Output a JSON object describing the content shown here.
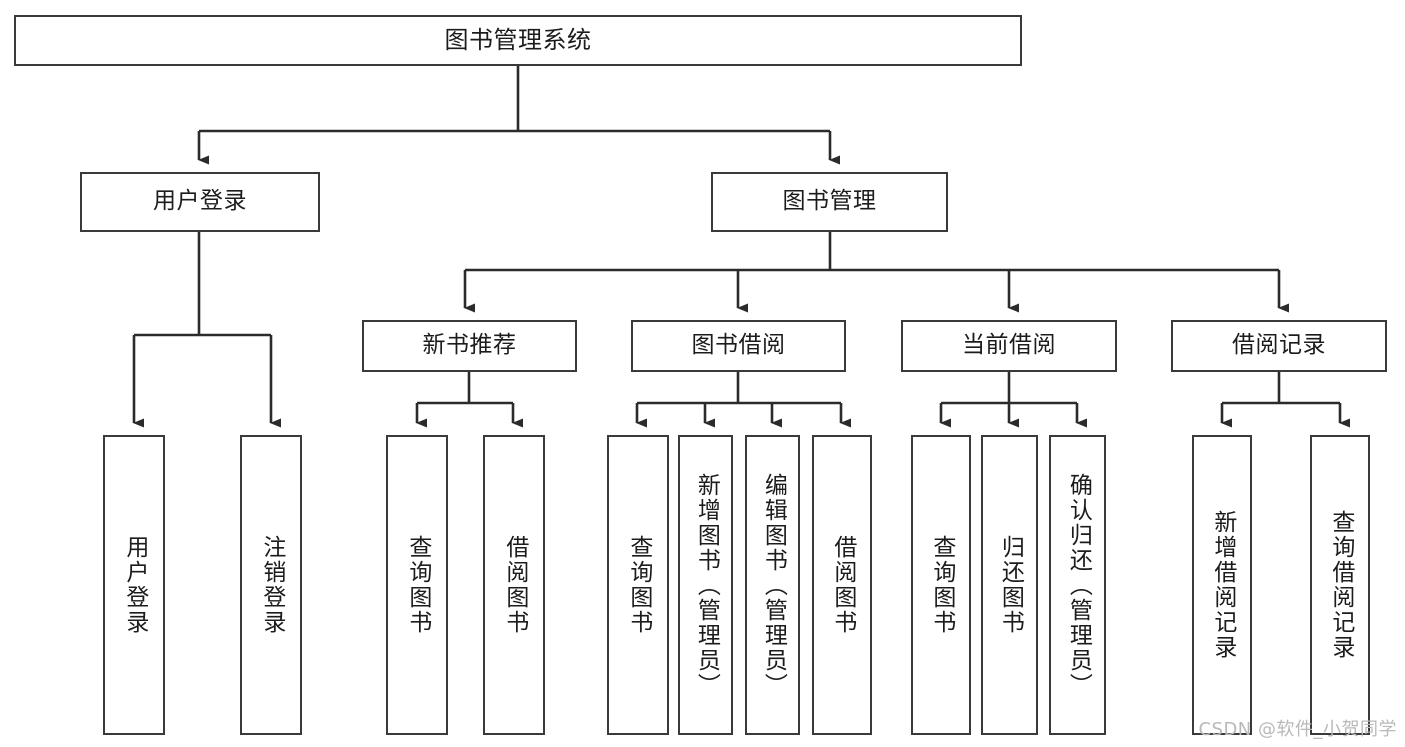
{
  "diagram": {
    "title": "图书管理系统",
    "type": "functional-structure-tree",
    "watermark": "CSDN @软件_小贺同学",
    "colors": {
      "box_border": "#3a3a3a",
      "box_fill": "#ffffff",
      "connector": "#2b2b2b",
      "text": "#1c1c1c",
      "watermark": "#b9b9b9"
    },
    "root": {
      "label": "图书管理系统"
    },
    "level1": [
      {
        "label": "用户登录"
      },
      {
        "label": "图书管理"
      }
    ],
    "level2": [
      {
        "label": "新书推荐"
      },
      {
        "label": "图书借阅"
      },
      {
        "label": "当前借阅"
      },
      {
        "label": "借阅记录"
      }
    ],
    "leaves": {
      "user_login": [
        {
          "label": "用户登录"
        },
        {
          "label": "注销登录"
        }
      ],
      "new_book_recommend": [
        {
          "label": "查询图书"
        },
        {
          "label": "借阅图书"
        }
      ],
      "book_borrow": [
        {
          "label": "查询图书"
        },
        {
          "label": "新增图书（管理员）"
        },
        {
          "label": "编辑图书（管理员）"
        },
        {
          "label": "借阅图书"
        }
      ],
      "current_borrow": [
        {
          "label": "查询图书"
        },
        {
          "label": "归还图书"
        },
        {
          "label": "确认归还（管理员）"
        }
      ],
      "borrow_record": [
        {
          "label": "新增借阅记录"
        },
        {
          "label": "查询借阅记录"
        }
      ]
    }
  }
}
